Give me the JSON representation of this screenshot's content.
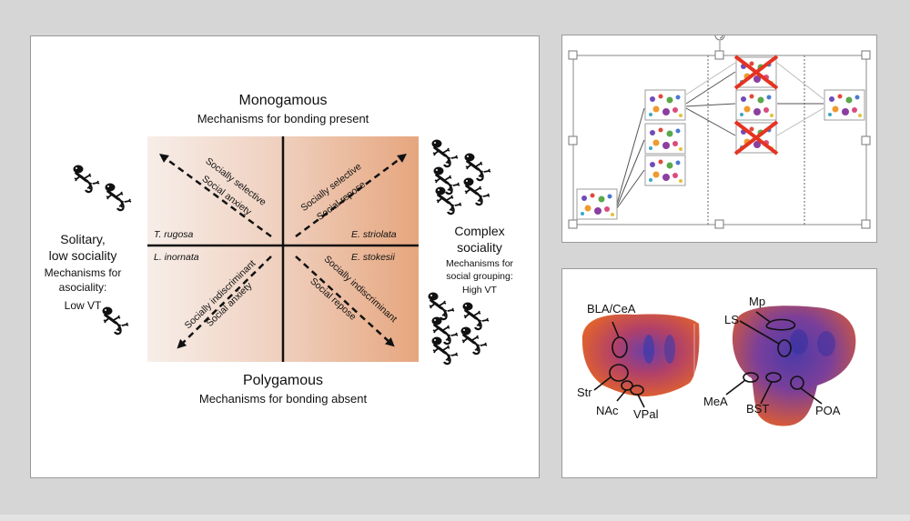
{
  "main": {
    "top_title": "Monogamous",
    "top_subtitle": "Mechanisms for bonding present",
    "bottom_title": "Polygamous",
    "bottom_subtitle": "Mechanisms for bonding absent",
    "left_title_1": "Solitary,",
    "left_title_2": "low sociality",
    "left_sub_1": "Mechanisms for",
    "left_sub_2": "asociality:",
    "left_sub_3": "Low VT",
    "right_title_1": "Complex",
    "right_title_2": "sociality",
    "right_sub_1": "Mechanisms for",
    "right_sub_2": "social grouping:",
    "right_sub_3": "High VT",
    "species_tl": "T. rugosa",
    "species_bl": "L. inornata",
    "species_tr": "E. striolata",
    "species_br": "E. stokesii",
    "arrow_tl_1": "Socially selective",
    "arrow_tl_2": "Social anxiety",
    "arrow_tr_1": "Socially selective",
    "arrow_tr_2": "Social repose",
    "arrow_bl_1": "Socially indiscriminant",
    "arrow_bl_2": "Social anxiety",
    "arrow_br_1": "Socially indiscriminant",
    "arrow_br_2": "Social repose",
    "colors": {
      "gradient_light": "#f7eee9",
      "gradient_dark": "#e6a67e"
    }
  },
  "brain": {
    "labels": {
      "bla": "BLA/CeA",
      "str": "Str",
      "nac": "NAc",
      "vpal": "VPal",
      "mp": "Mp",
      "ls": "LS",
      "mea": "MeA",
      "bst": "BST",
      "poa": "POA"
    }
  }
}
